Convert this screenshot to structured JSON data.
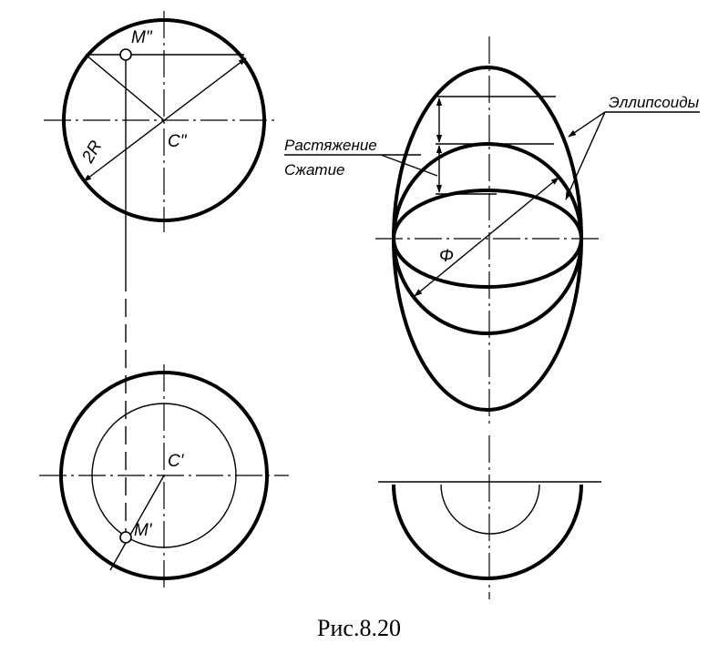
{
  "labels": {
    "m_front": "M\"",
    "c_front": "C\"",
    "two_r": "2R",
    "c_top": "C'",
    "m_top": "M'",
    "stretch": "Растяжение",
    "compress": "Сжатие",
    "ellipsoids": "Эллипсоиды",
    "phi": "Φ"
  },
  "caption": "Рис.8.20",
  "colors": {
    "line": "#000000",
    "background": "#ffffff"
  }
}
